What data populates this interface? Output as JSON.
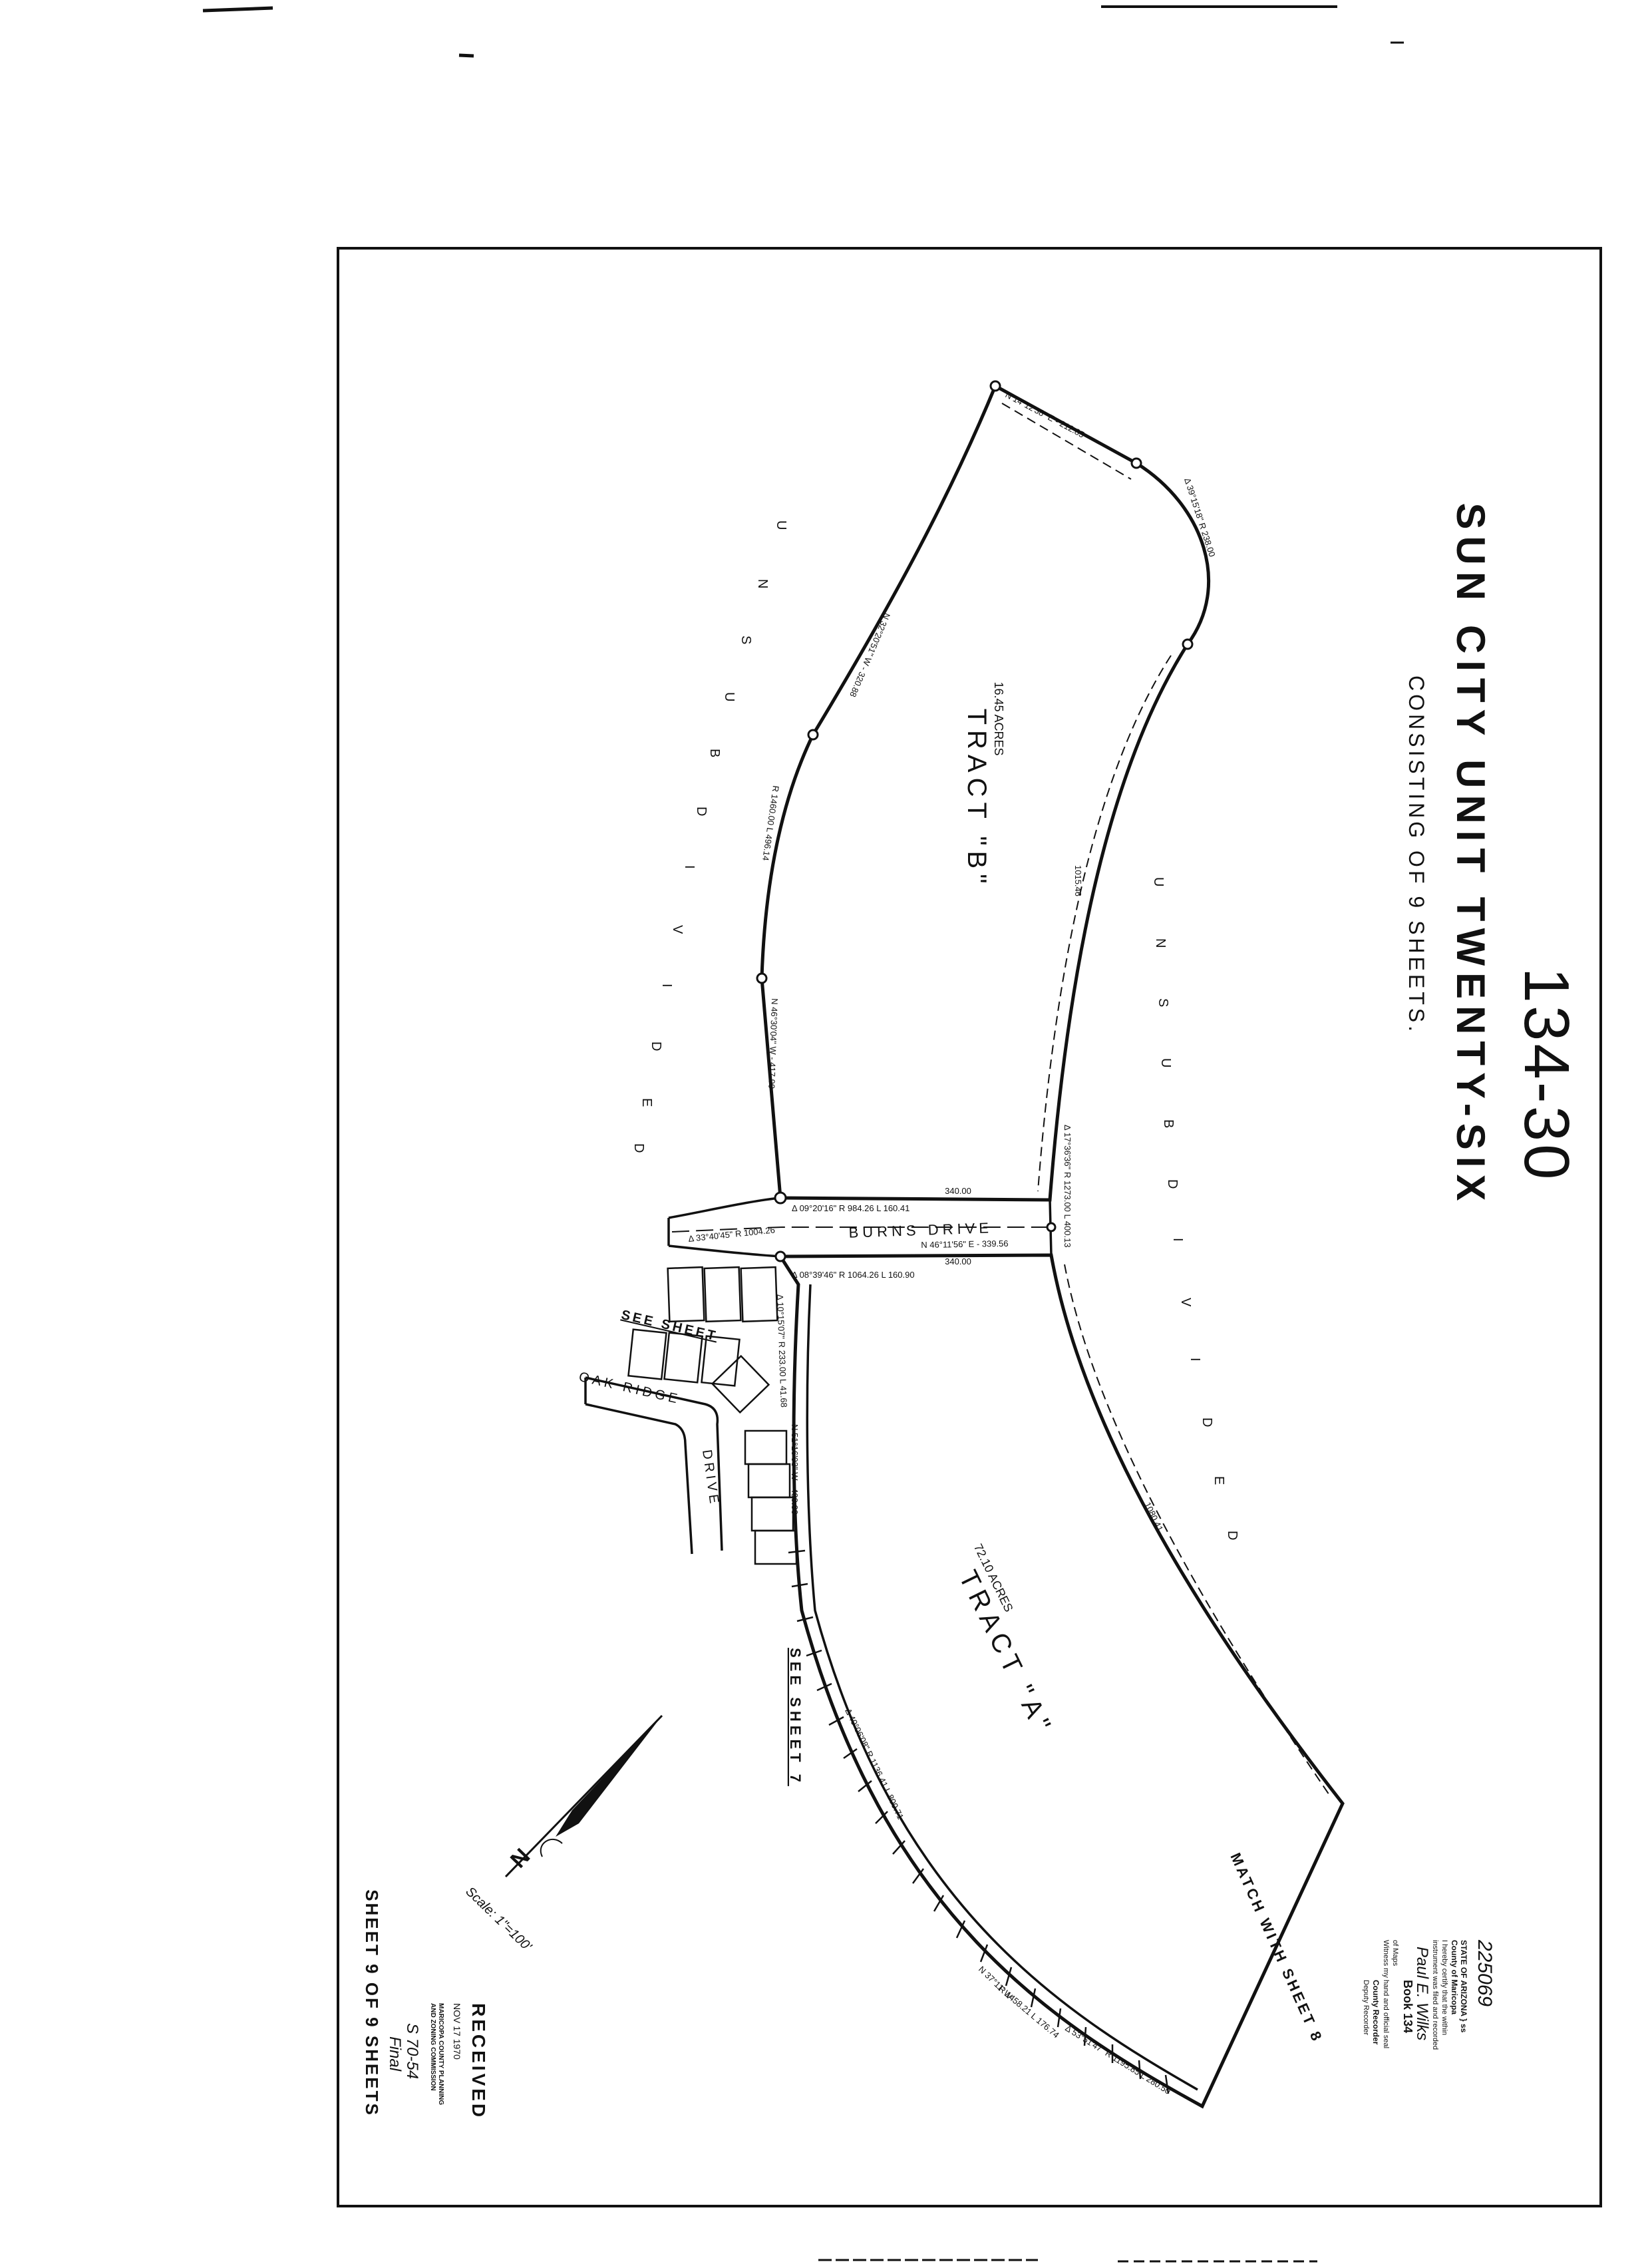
{
  "title": {
    "main": "SUN CITY UNIT TWENTY-SIX",
    "sub": "CONSISTING OF 9 SHEETS."
  },
  "plat_number": "134-30",
  "sheet_label": "SHEET 9 OF 9 SHEETS",
  "tracts": {
    "b": {
      "name": "TRACT \"B\"",
      "acres": "16.45 ACRES"
    },
    "a": {
      "name": "TRACT \"A\"",
      "acres": "72.10 ACRES"
    }
  },
  "unsubdivided_letters": [
    "U",
    "N",
    "S",
    "U",
    "B",
    "D",
    "I",
    "V",
    "I",
    "D",
    "E",
    "D"
  ],
  "streets": {
    "burns_drive": "BURNS DRIVE",
    "oak_ridge": "OAK RIDGE",
    "drive": "DRIVE"
  },
  "see_sheet": {
    "upper": "SEE SHEET",
    "lower": "SEE SHEET 7"
  },
  "match_line": "MATCH WITH SHEET 8",
  "scale": "Scale: 1\"=100'",
  "north_label": "N",
  "dimensions": {
    "burns_top": "340.00",
    "burns_bottom": "340.00",
    "burns_center": "N 46°11'56\" E - 339.56",
    "curve_west_top": "Δ 09°20'16\"  R 984.26  L 160.41",
    "curve_west_mid": "Δ 33°40'45\" R 1004.26",
    "curve_lower": "Δ 08°39'46\"  R 1064.26  L 160.90",
    "curve_small": "Δ 10°15'07\"  R 233.00  L 41.68",
    "east_curve": "Δ 17°36'36\"  R 1273.00  L 400.13",
    "east_len_b": "1015.46",
    "east_len_a": "1080.41",
    "tb_top": "N 14°12'38\" E - 212.85",
    "tb_curve": "Δ 39°15'18\" R 238.00",
    "tb_west_upper": "N 32°20'51\" W - 320.88",
    "tb_west_mid": "R 1460.00  L 496.14",
    "tb_west_lower": "N 46°30'04\" W - 417.90",
    "ta_west": "N 51°16'03\" W - 400.00",
    "ta_arc": "Δ 40°06'08\" R 1136.41 L 800.71",
    "ta_bottom_1": "N 37°11' W",
    "ta_bottom_2": "R 1458.21 L 176.74",
    "ta_bottom_3": "Δ 53°51'47\" R 1195.85 L 280.50"
  },
  "recorder": {
    "number": "225069",
    "line1": "STATE OF ARIZONA } ss",
    "line2": "County of Maricopa",
    "line3": "I hereby certify that the within",
    "line4": "instrument was filed and recorded",
    "signature": "Paul E. Wilks",
    "book": "Book 134",
    "line5": "of Maps",
    "line6": "Witness my hand and official seal",
    "line7": "County Recorder",
    "line8": "Deputy Recorder"
  },
  "received_stamp": {
    "title": "RECEIVED",
    "date": "NOV 17 1970",
    "agency_1": "MARICOPA COUNTY PLANNING",
    "agency_2": "AND ZONING COMMISSION",
    "handwritten_1": "S 70-54",
    "handwritten_2": "Final"
  }
}
